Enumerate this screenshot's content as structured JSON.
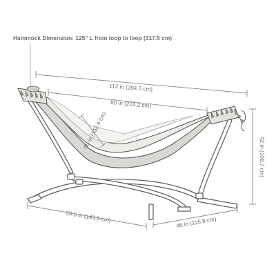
{
  "diagram": {
    "title": "Hammock Dimension: 125\" L from loop to loop (317.5 cm)",
    "dimensions": {
      "overall_length": "112 in (284.5 cm)",
      "bed_length": "80 in (203.2 cm)",
      "bed_width": "60 in (152.4 cm)",
      "height": "42 in (106.7 cm)",
      "base_length": "56.5 in (143.5 cm)",
      "base_width": "46 in (116.8 cm)"
    },
    "colors": {
      "line": "#5a5a5a",
      "dimension_line": "#8a8a8a",
      "text": "#6e6e6e",
      "fabric_light": "#e8e8e4",
      "fabric_shadow": "#c9c9c4"
    }
  }
}
